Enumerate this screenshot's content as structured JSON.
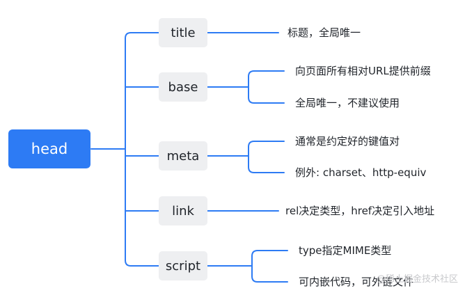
{
  "mindmap": {
    "root": {
      "label": "head"
    },
    "branches": [
      {
        "label": "title",
        "leaves": [
          "标题，全局唯一"
        ]
      },
      {
        "label": "base",
        "leaves": [
          "向页面所有相对URL提供前缀",
          "全局唯一，不建议使用"
        ]
      },
      {
        "label": "meta",
        "leaves": [
          "通常是约定好的键值对",
          "例外: charset、http-equiv"
        ]
      },
      {
        "label": "link",
        "leaves": [
          "rel决定类型，href决定引入地址"
        ]
      },
      {
        "label": "script",
        "leaves": [
          "type指定MIME类型",
          "可内嵌代码，可外链文件"
        ]
      }
    ]
  },
  "watermark": "@稀土掘金技术社区",
  "colors": {
    "connector": "#2d7bf4",
    "root_fill": "#2d7bf4",
    "branch_fill": "#eeeff1"
  }
}
